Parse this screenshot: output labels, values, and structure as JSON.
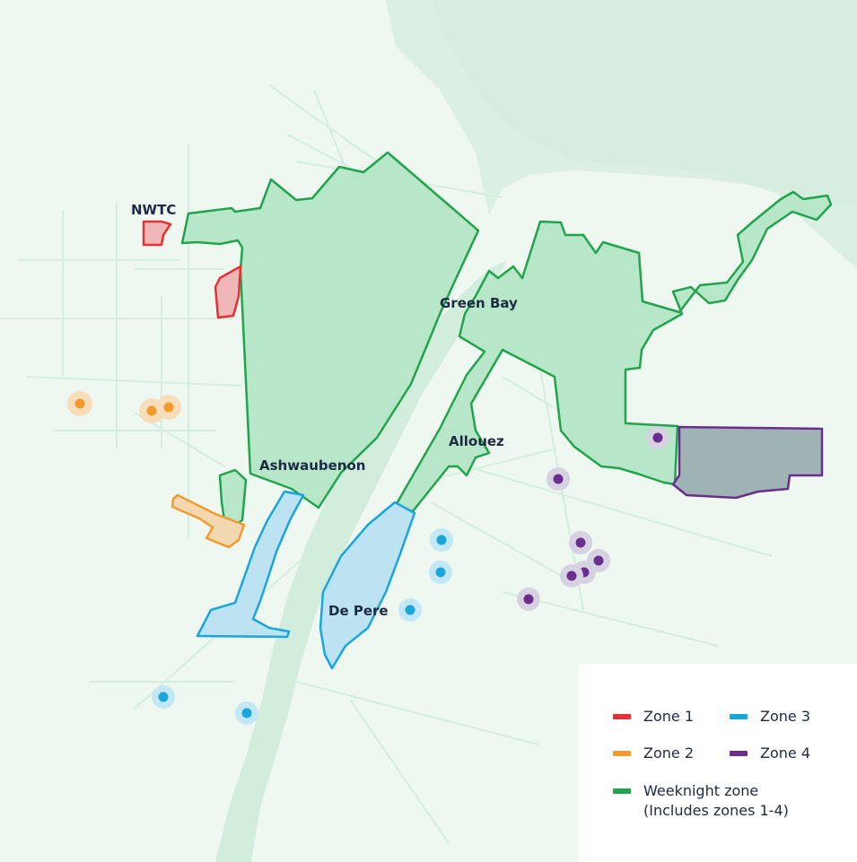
{
  "colors": {
    "zone1": "#e53036",
    "zone2": "#f29a2e",
    "zone3": "#1aa6dd",
    "zone4": "#6a2e8e",
    "weeknight": "#21a44b",
    "weeknight_fill": "#b7e7c8",
    "land": "#eef8f1",
    "water": "#dcf1e4"
  },
  "labels": {
    "nwtc": "NWTC",
    "green_bay": "Green Bay",
    "ashwaubenon": "Ashwaubenon",
    "allouez": "Allouez",
    "de_pere": "De Pere"
  },
  "legend": {
    "zone1": "Zone 1",
    "zone2": "Zone 2",
    "zone3": "Zone 3",
    "zone4": "Zone 4",
    "weeknight_line1": "Weeknight zone",
    "weeknight_line2": "(Includes zones 1-4)"
  }
}
